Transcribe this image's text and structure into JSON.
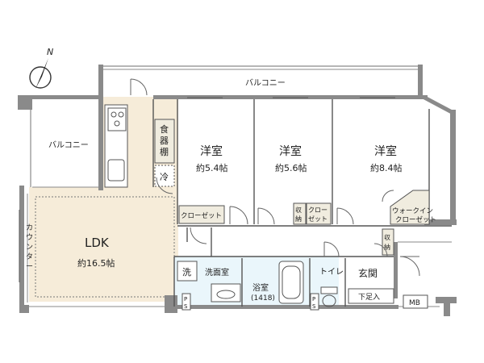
{
  "compass": {
    "north_label": "N"
  },
  "rooms": {
    "balcony_top": "バルコニー",
    "balcony_left": "バルコニー",
    "western1": {
      "name": "洋室",
      "size": "約5.4帖"
    },
    "western2": {
      "name": "洋室",
      "size": "約5.6帖"
    },
    "western3": {
      "name": "洋室",
      "size": "約8.4帖"
    },
    "ldk": {
      "name": "LDK",
      "size": "約16.5帖"
    },
    "bath": {
      "name": "浴室",
      "size": "(1418)"
    },
    "washroom": "洗面室",
    "toilet": "トイレ",
    "entrance": "玄関"
  },
  "fixtures": {
    "pantry": [
      "食",
      "器",
      "棚"
    ],
    "fridge": "冷",
    "washer": "洗",
    "counter": [
      "カ",
      "ウ",
      "ン",
      "タ",
      "ー"
    ],
    "closet1": "クローゼット",
    "storage_a": [
      "収",
      "納"
    ],
    "closet2": [
      "クロー",
      "ゼット"
    ],
    "walkin": [
      "ウォークイン",
      "クローゼット"
    ],
    "storage_b": [
      "収",
      "納"
    ],
    "shoe_box": "下足入",
    "ps1": [
      "P",
      "S"
    ],
    "ps2": [
      "P",
      "S"
    ],
    "mb": "MB"
  },
  "colors": {
    "floor_ldk": "#f6ecd9",
    "floor_wet": "#eaf6fb",
    "wall": "#8a8a8a",
    "fixture_fill": "#f0ecdf"
  }
}
